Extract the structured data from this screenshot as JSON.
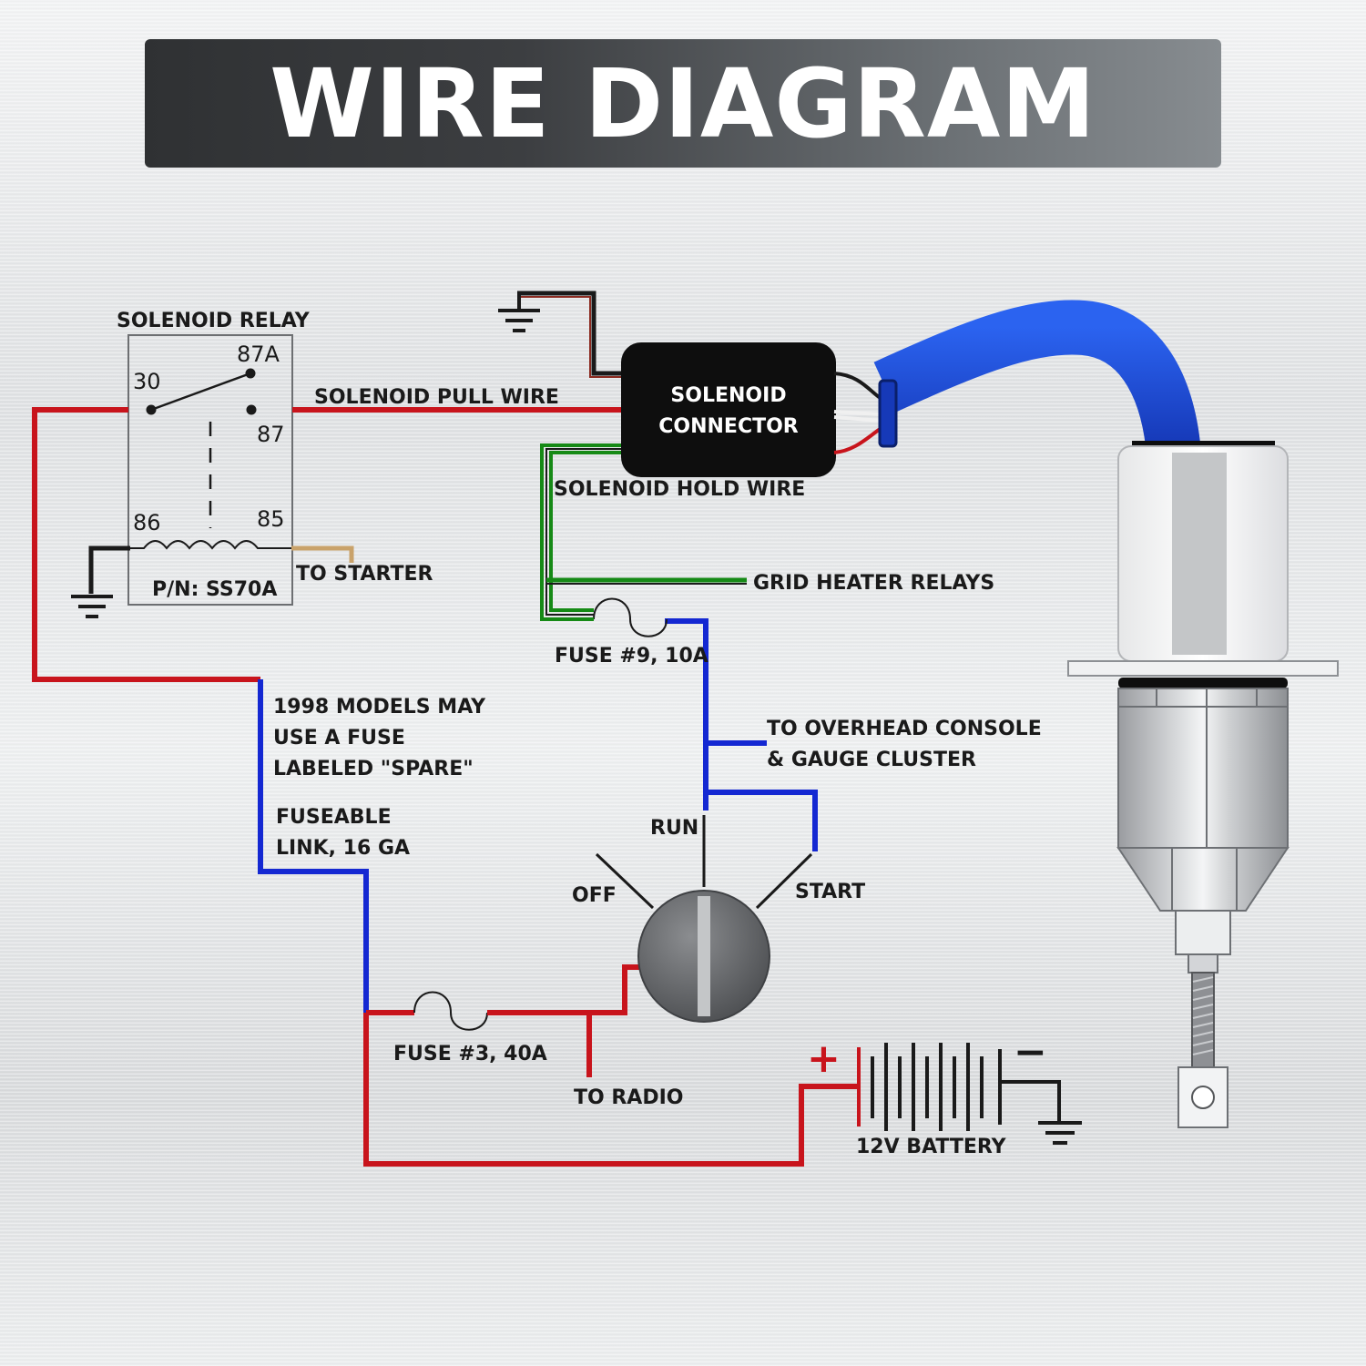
{
  "title": "WIRE DIAGRAM",
  "colors": {
    "red_wire": "#c8141c",
    "blue_wire": "#1428d2",
    "green_wire": "#168a16",
    "black_wire": "#1a1a1a",
    "tan_wire": "#c9a26a",
    "hose": "#1f4fd8",
    "connector": "#0e0e0e"
  },
  "relay": {
    "title": "SOLENOID RELAY",
    "pin_30": "30",
    "pin_87a": "87A",
    "pin_87": "87",
    "pin_86": "86",
    "pin_85": "85",
    "part_number": "P/N: SS70A"
  },
  "connector": {
    "line1": "SOLENOID",
    "line2": "CONNECTOR"
  },
  "labels": {
    "pull_wire": "SOLENOID PULL WIRE",
    "hold_wire": "SOLENOID HOLD WIRE",
    "to_starter": "TO STARTER",
    "grid_heater": "GRID HEATER RELAYS",
    "fuse9": "FUSE #9, 10A",
    "overhead_line1": "TO OVERHEAD CONSOLE",
    "overhead_line2": "& GAUGE CLUSTER",
    "note_line1": "1998 MODELS MAY",
    "note_line2": "USE A FUSE",
    "note_line3": "LABELED \"SPARE\"",
    "link_line1": "FUSEABLE",
    "link_line2": "LINK, 16 GA",
    "run": "RUN",
    "off": "OFF",
    "start": "START",
    "fuse3": "FUSE #3, 40A",
    "to_radio": "TO RADIO",
    "battery": "12V BATTERY",
    "plus": "+",
    "minus": "−"
  },
  "icons": [
    "ground-symbol-icon",
    "fuse-icon",
    "relay-coil-icon",
    "relay-switch-icon",
    "ignition-switch-icon",
    "battery-icon",
    "solenoid-icon"
  ]
}
